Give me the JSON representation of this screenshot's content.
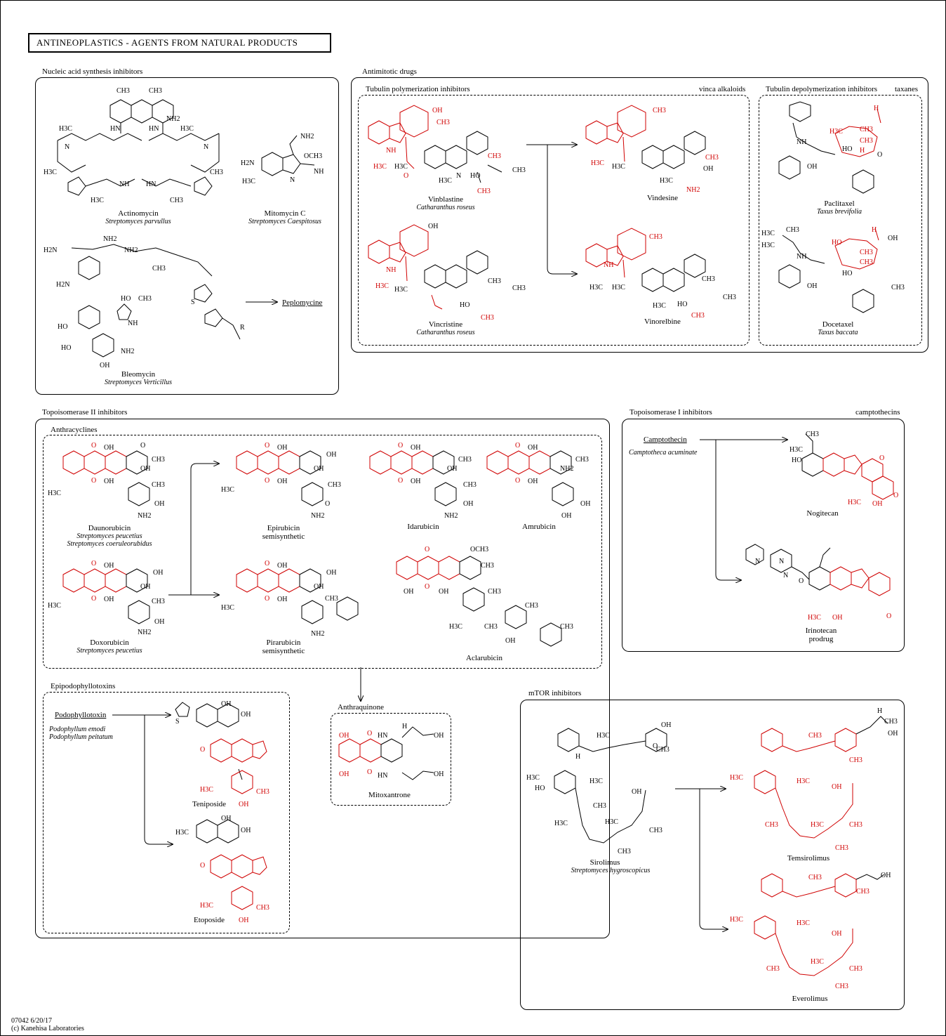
{
  "title": "ANTINEOPLASTICS - AGENTS  FROM  NATURAL  PRODUCTS",
  "colors": {
    "drug": "#d00000",
    "line": "#000000"
  },
  "sections": {
    "nucleic": "Nucleic acid synthesis inhibitors",
    "antimitotic": "Antimitotic drugs",
    "tubulin_poly": "Tubulin polymerization inhibitors",
    "vinca": "vinca alkaloids",
    "tubulin_depoly": "Tubulin depolymerization inhibitors",
    "taxanes": "taxanes",
    "topo2": "Topoisomerase II inhibitors",
    "anthracyclines": "Anthracyclines",
    "epipodo": "Epipodophyllotoxins",
    "anthraquinone": "Anthraquinone",
    "topo1": "Topoisomerase I inhibitors",
    "camptothecins": "camptothecins",
    "mtor": "mTOR inhibitors"
  },
  "compounds": {
    "actinomycin": {
      "name": "Actinomycin",
      "source": "Streptomyces parvullus"
    },
    "mitomycin": {
      "name": "Mitomycin C",
      "source": "Streptomyces Caespitosus"
    },
    "bleomycin": {
      "name": "Bleomycin",
      "source": "Streptomyces Verticillus"
    },
    "peplomycine": {
      "name": "Peplomycine"
    },
    "vinblastine": {
      "name": "Vinblastine",
      "source": "Catharanthus roseus"
    },
    "vindesine": {
      "name": "Vindesine"
    },
    "vincristine": {
      "name": "Vincristine",
      "source": "Catharanthus roseus"
    },
    "vinorelbine": {
      "name": "Vinorelbine"
    },
    "paclitaxel": {
      "name": "Paclitaxel",
      "source": "Taxus brevifolia"
    },
    "docetaxel": {
      "name": "Docetaxel",
      "source": "Taxus baccata"
    },
    "daunorubicin": {
      "name": "Daunorubicin",
      "source1": "Streptomyces peucetius",
      "source2": "Streptomyces coeruleorubidus"
    },
    "epirubicin": {
      "name": "Epirubicin",
      "note": "semisynthetic"
    },
    "idarubicin": {
      "name": "Idarubicin"
    },
    "amrubicin": {
      "name": "Amrubicin"
    },
    "doxorubicin": {
      "name": "Doxorubicin",
      "source": "Streptomyces peucetius"
    },
    "pirarubicin": {
      "name": "Pirarubicin",
      "note": "semisynthetic"
    },
    "aclarubicin": {
      "name": "Aclarubicin"
    },
    "podophyllotoxin": {
      "name": "Podophyllotoxin",
      "source1": "Podophyllum emodi",
      "source2": "Podophyllum peitatum"
    },
    "teniposide": {
      "name": "Teniposide"
    },
    "etoposide": {
      "name": "Etoposide"
    },
    "mitoxantrone": {
      "name": "Mitoxantrone"
    },
    "camptothecin": {
      "name": "Camptothecin",
      "source": "Camptotheca acuminate"
    },
    "nogitecan": {
      "name": "Nogitecan"
    },
    "irinotecan": {
      "name": "Irinotecan",
      "note": "prodrug"
    },
    "sirolimus": {
      "name": "Sirolimus",
      "source": "Streptomyces hygroscopicus"
    },
    "temsirolimus": {
      "name": "Temsirolimus"
    },
    "everolimus": {
      "name": "Everolimus"
    }
  },
  "atoms": {
    "ch3": "CH3",
    "h3c": "H3C",
    "oh": "OH",
    "ho": "HO",
    "nh2": "NH2",
    "h2n": "H2N",
    "o": "O",
    "n": "N",
    "nh": "NH",
    "hn": "HN",
    "h": "H",
    "s": "S",
    "r": "R",
    "och3": "OCH3"
  },
  "footer": {
    "code": "07042 6/20/17",
    "copyright": "(c) Kanehisa Laboratories"
  }
}
